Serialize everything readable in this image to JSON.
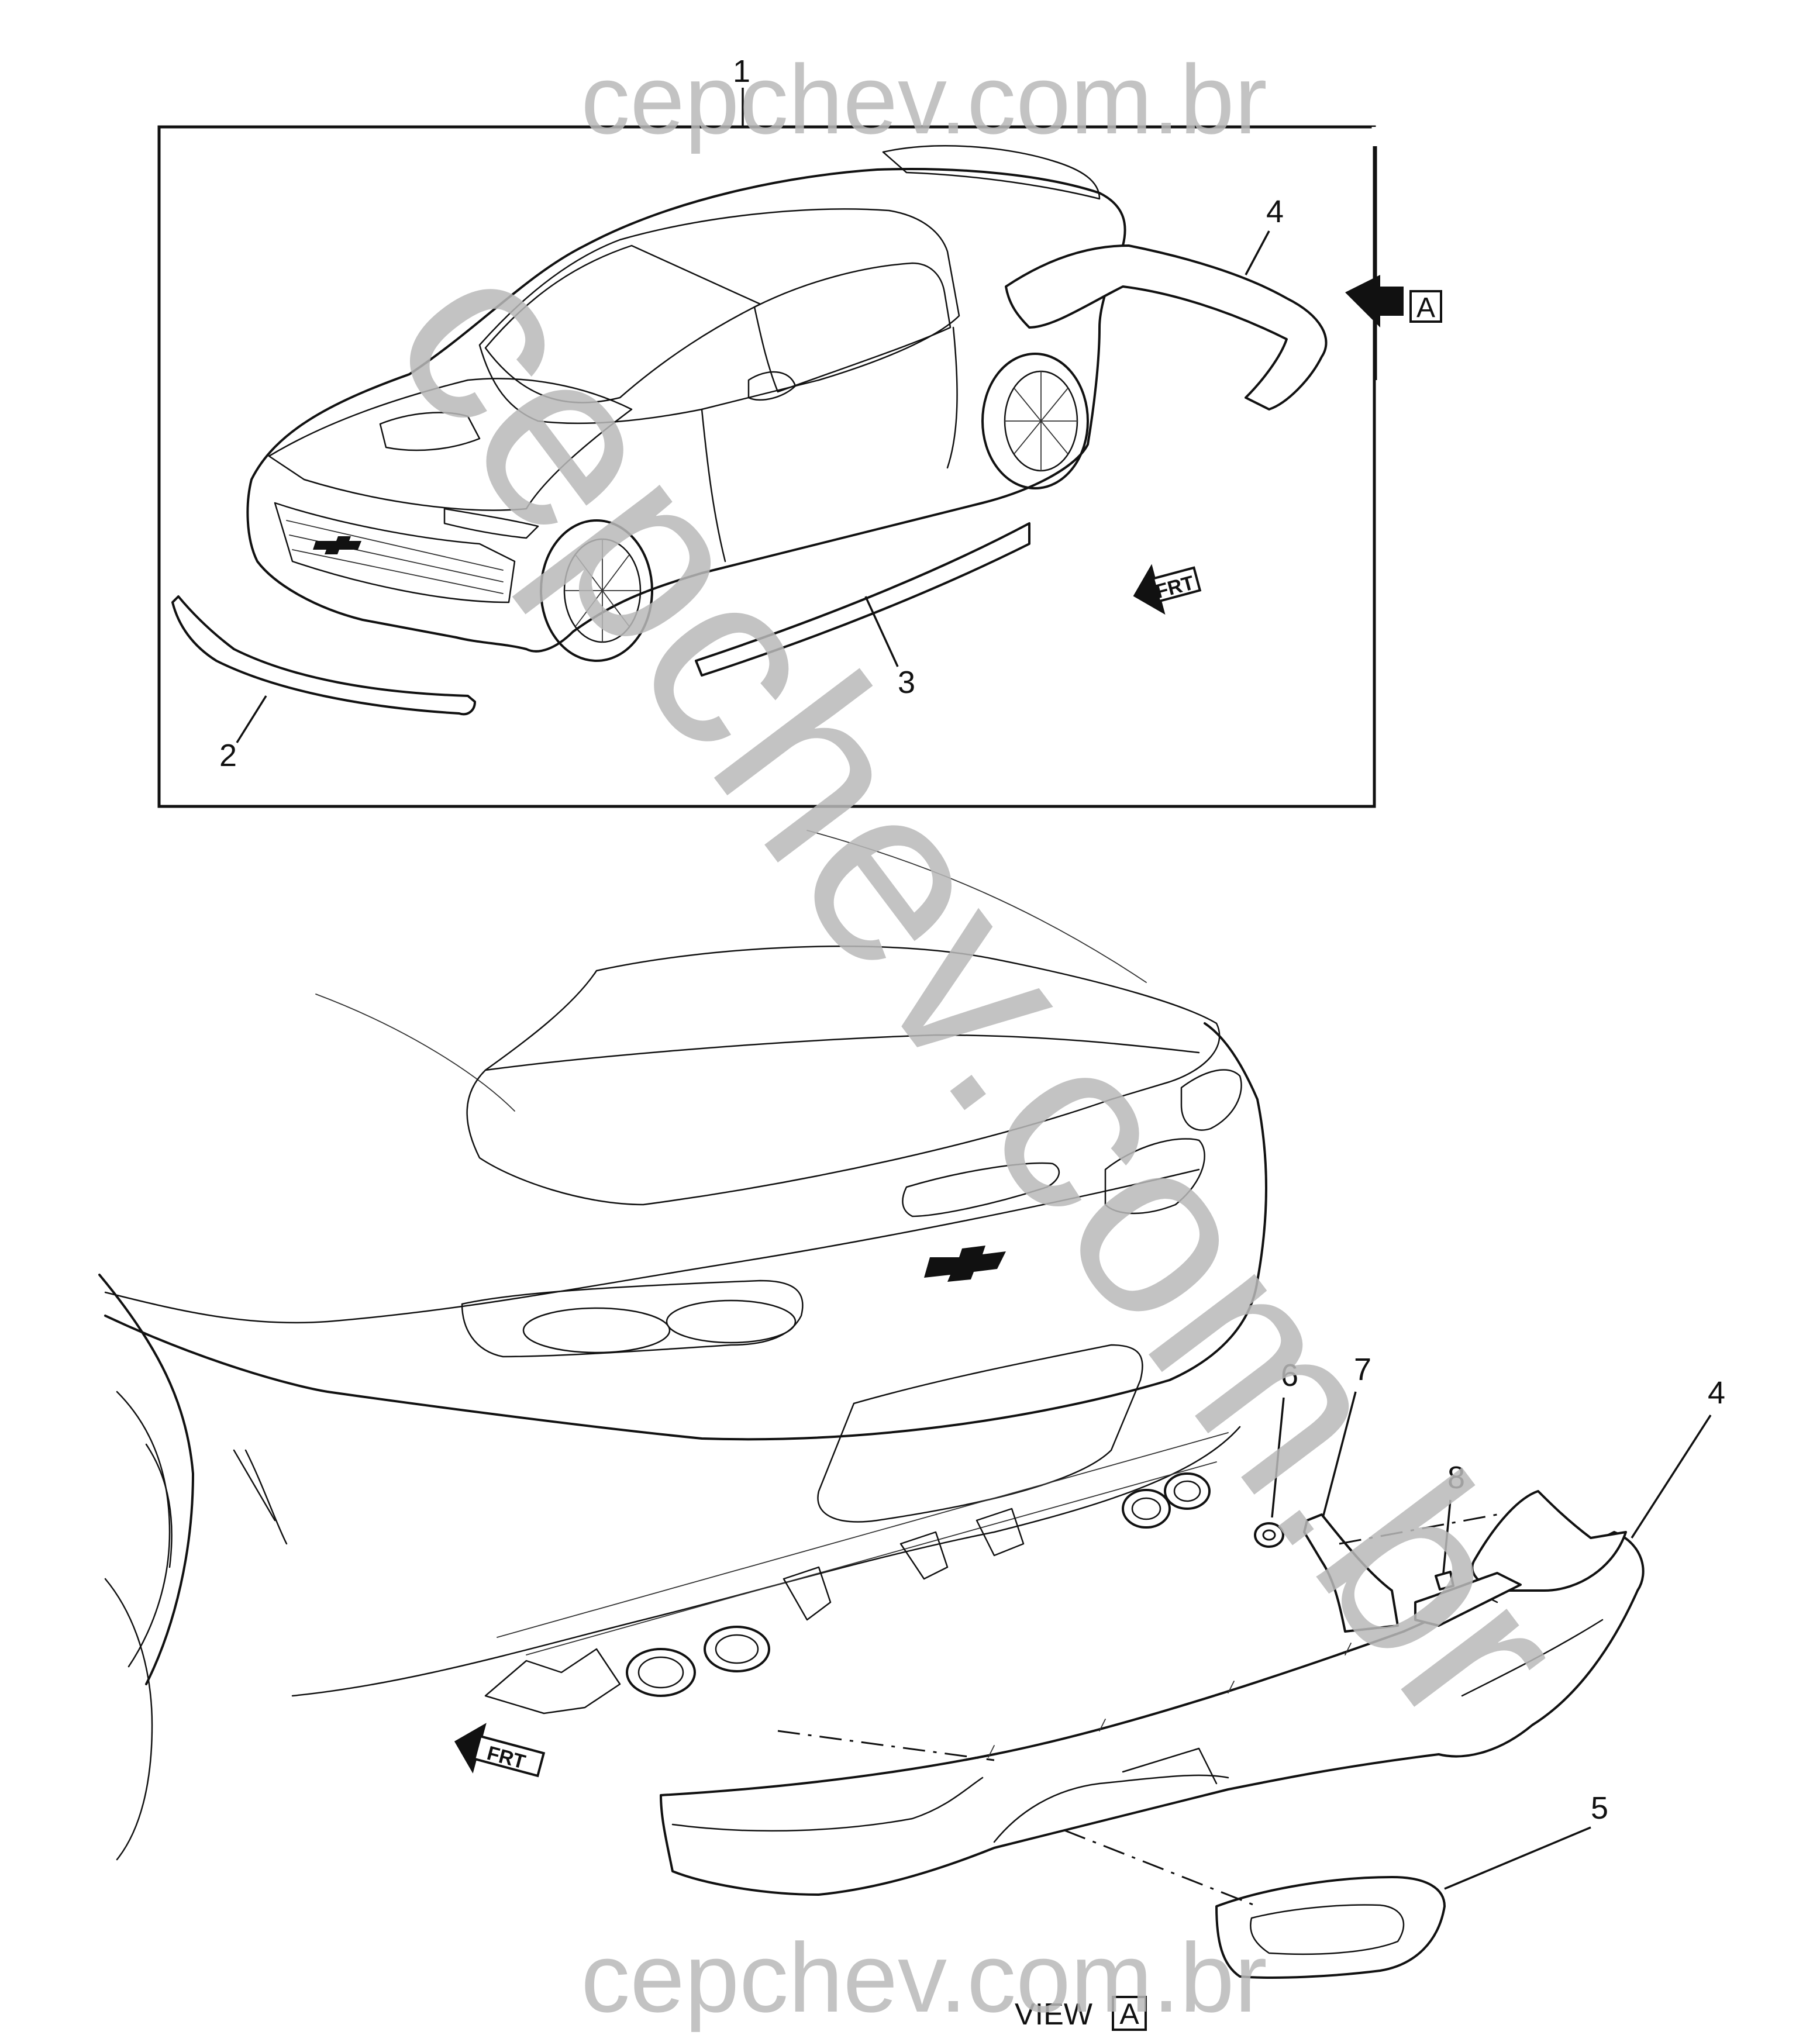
{
  "watermark": {
    "top": "cepchev.com.br",
    "bottom": "cepchev.com.br",
    "diagonal": "cepchev.com.br"
  },
  "callouts": {
    "c1": "1",
    "c2": "2",
    "c3": "3",
    "c4_top": "4",
    "c4_bottom": "4",
    "c5": "5",
    "c6": "6",
    "c7": "7",
    "c8": "8"
  },
  "view_arrow": {
    "label": "A"
  },
  "front_indicator": {
    "top": "FRT",
    "bottom": "FRT"
  },
  "view_label": {
    "text": "VIEW",
    "ref": "A"
  },
  "colors": {
    "watermark": "#b9b9b9",
    "line": "#111111",
    "background": "#ffffff"
  },
  "icons": [
    "front-direction-arrow-icon",
    "view-direction-arrow-icon",
    "chevrolet-bowtie-logo"
  ]
}
